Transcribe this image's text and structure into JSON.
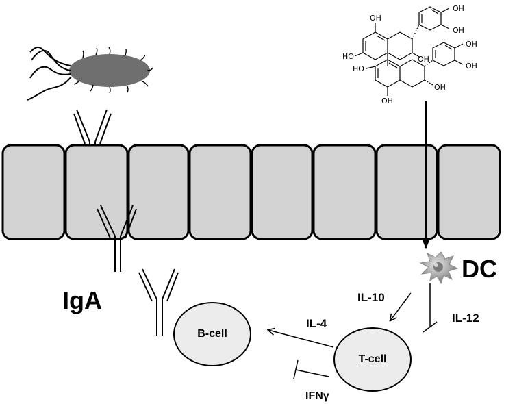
{
  "labels": {
    "dc": "DC",
    "iga": "IgA",
    "b_cell": "B-cell",
    "t_cell": "T-cell",
    "il10": "IL-10",
    "il12": "IL-12",
    "il4": "IL-4",
    "ifng": "IFNγ"
  },
  "molecule_labels": {
    "oh_top_right_1": "OH",
    "oh_top_right_2": "OH",
    "oh_upper_ring_top": "OH",
    "oh_upper_ring_left": "HO",
    "oh_upper_ring_c3": "OH",
    "oh_lower_right_1": "OH",
    "oh_lower_right_2": "OH",
    "oh_lower_ring_left": "HO",
    "oh_lower_ring_c3": "OH",
    "oh_lower_ring_bottom": "OH"
  },
  "colors": {
    "epithelial_cell_fill": "#d3d3d3",
    "bacterium_fill": "#6f6f6f",
    "b_cell_fill": "#ececec",
    "t_cell_fill": "#ececec",
    "dendritic_cell_fill": "#a0a0a0"
  },
  "epithelial_cell_count": 8
}
